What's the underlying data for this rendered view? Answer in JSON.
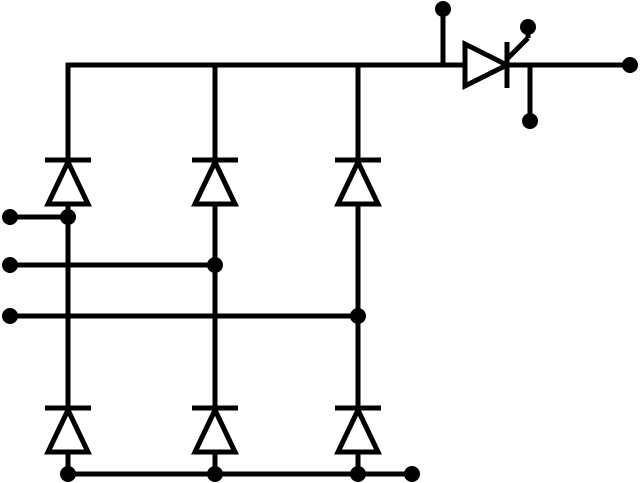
{
  "diagram": {
    "kind": "three-phase bridge rectifier with series thyristor",
    "background_color": "#ffffff",
    "line_color": "#000000",
    "text_labels": [],
    "components": {
      "upper_diodes": 3,
      "lower_diodes": 3,
      "thyristors": 1,
      "ac_input_terminals": 3,
      "dc_output_terminals": 2,
      "thyristor_gate_terminals": 1,
      "thyristor_auxiliary_terminals": 2
    }
  }
}
